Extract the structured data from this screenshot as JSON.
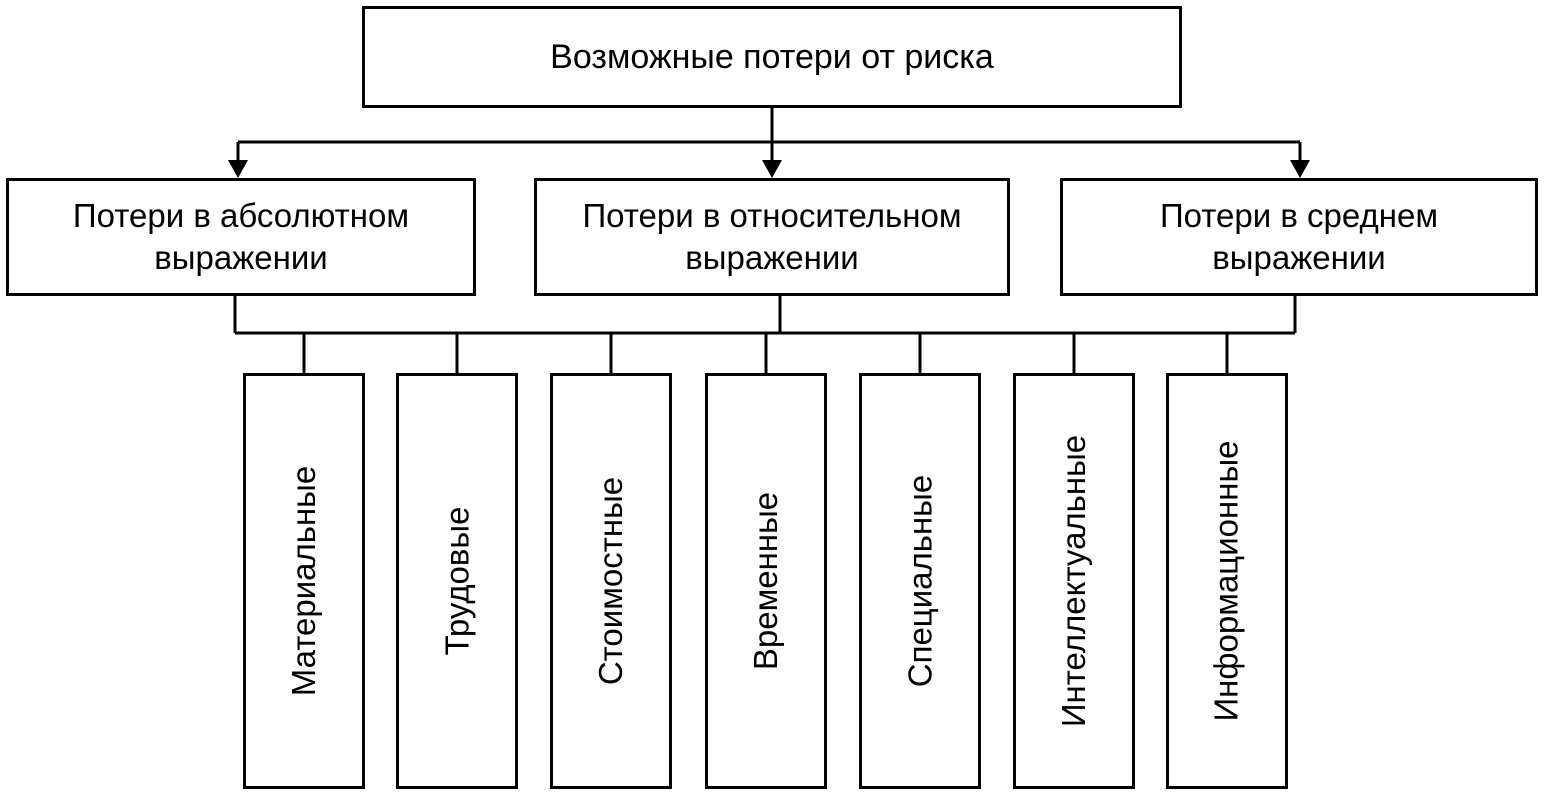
{
  "diagram": {
    "root": {
      "label": "Возможные потери от риска"
    },
    "categories": [
      {
        "line1": "Потери в абсолютном",
        "line2": "выражении"
      },
      {
        "line1": "Потери в относительном",
        "line2": "выражении"
      },
      {
        "line1": "Потери в среднем",
        "line2": "выражении"
      }
    ],
    "types": [
      "Материальные",
      "Трудовые",
      "Стоимостные",
      "Временные",
      "Специальные",
      "Интеллектуальные",
      "Информационные"
    ]
  }
}
